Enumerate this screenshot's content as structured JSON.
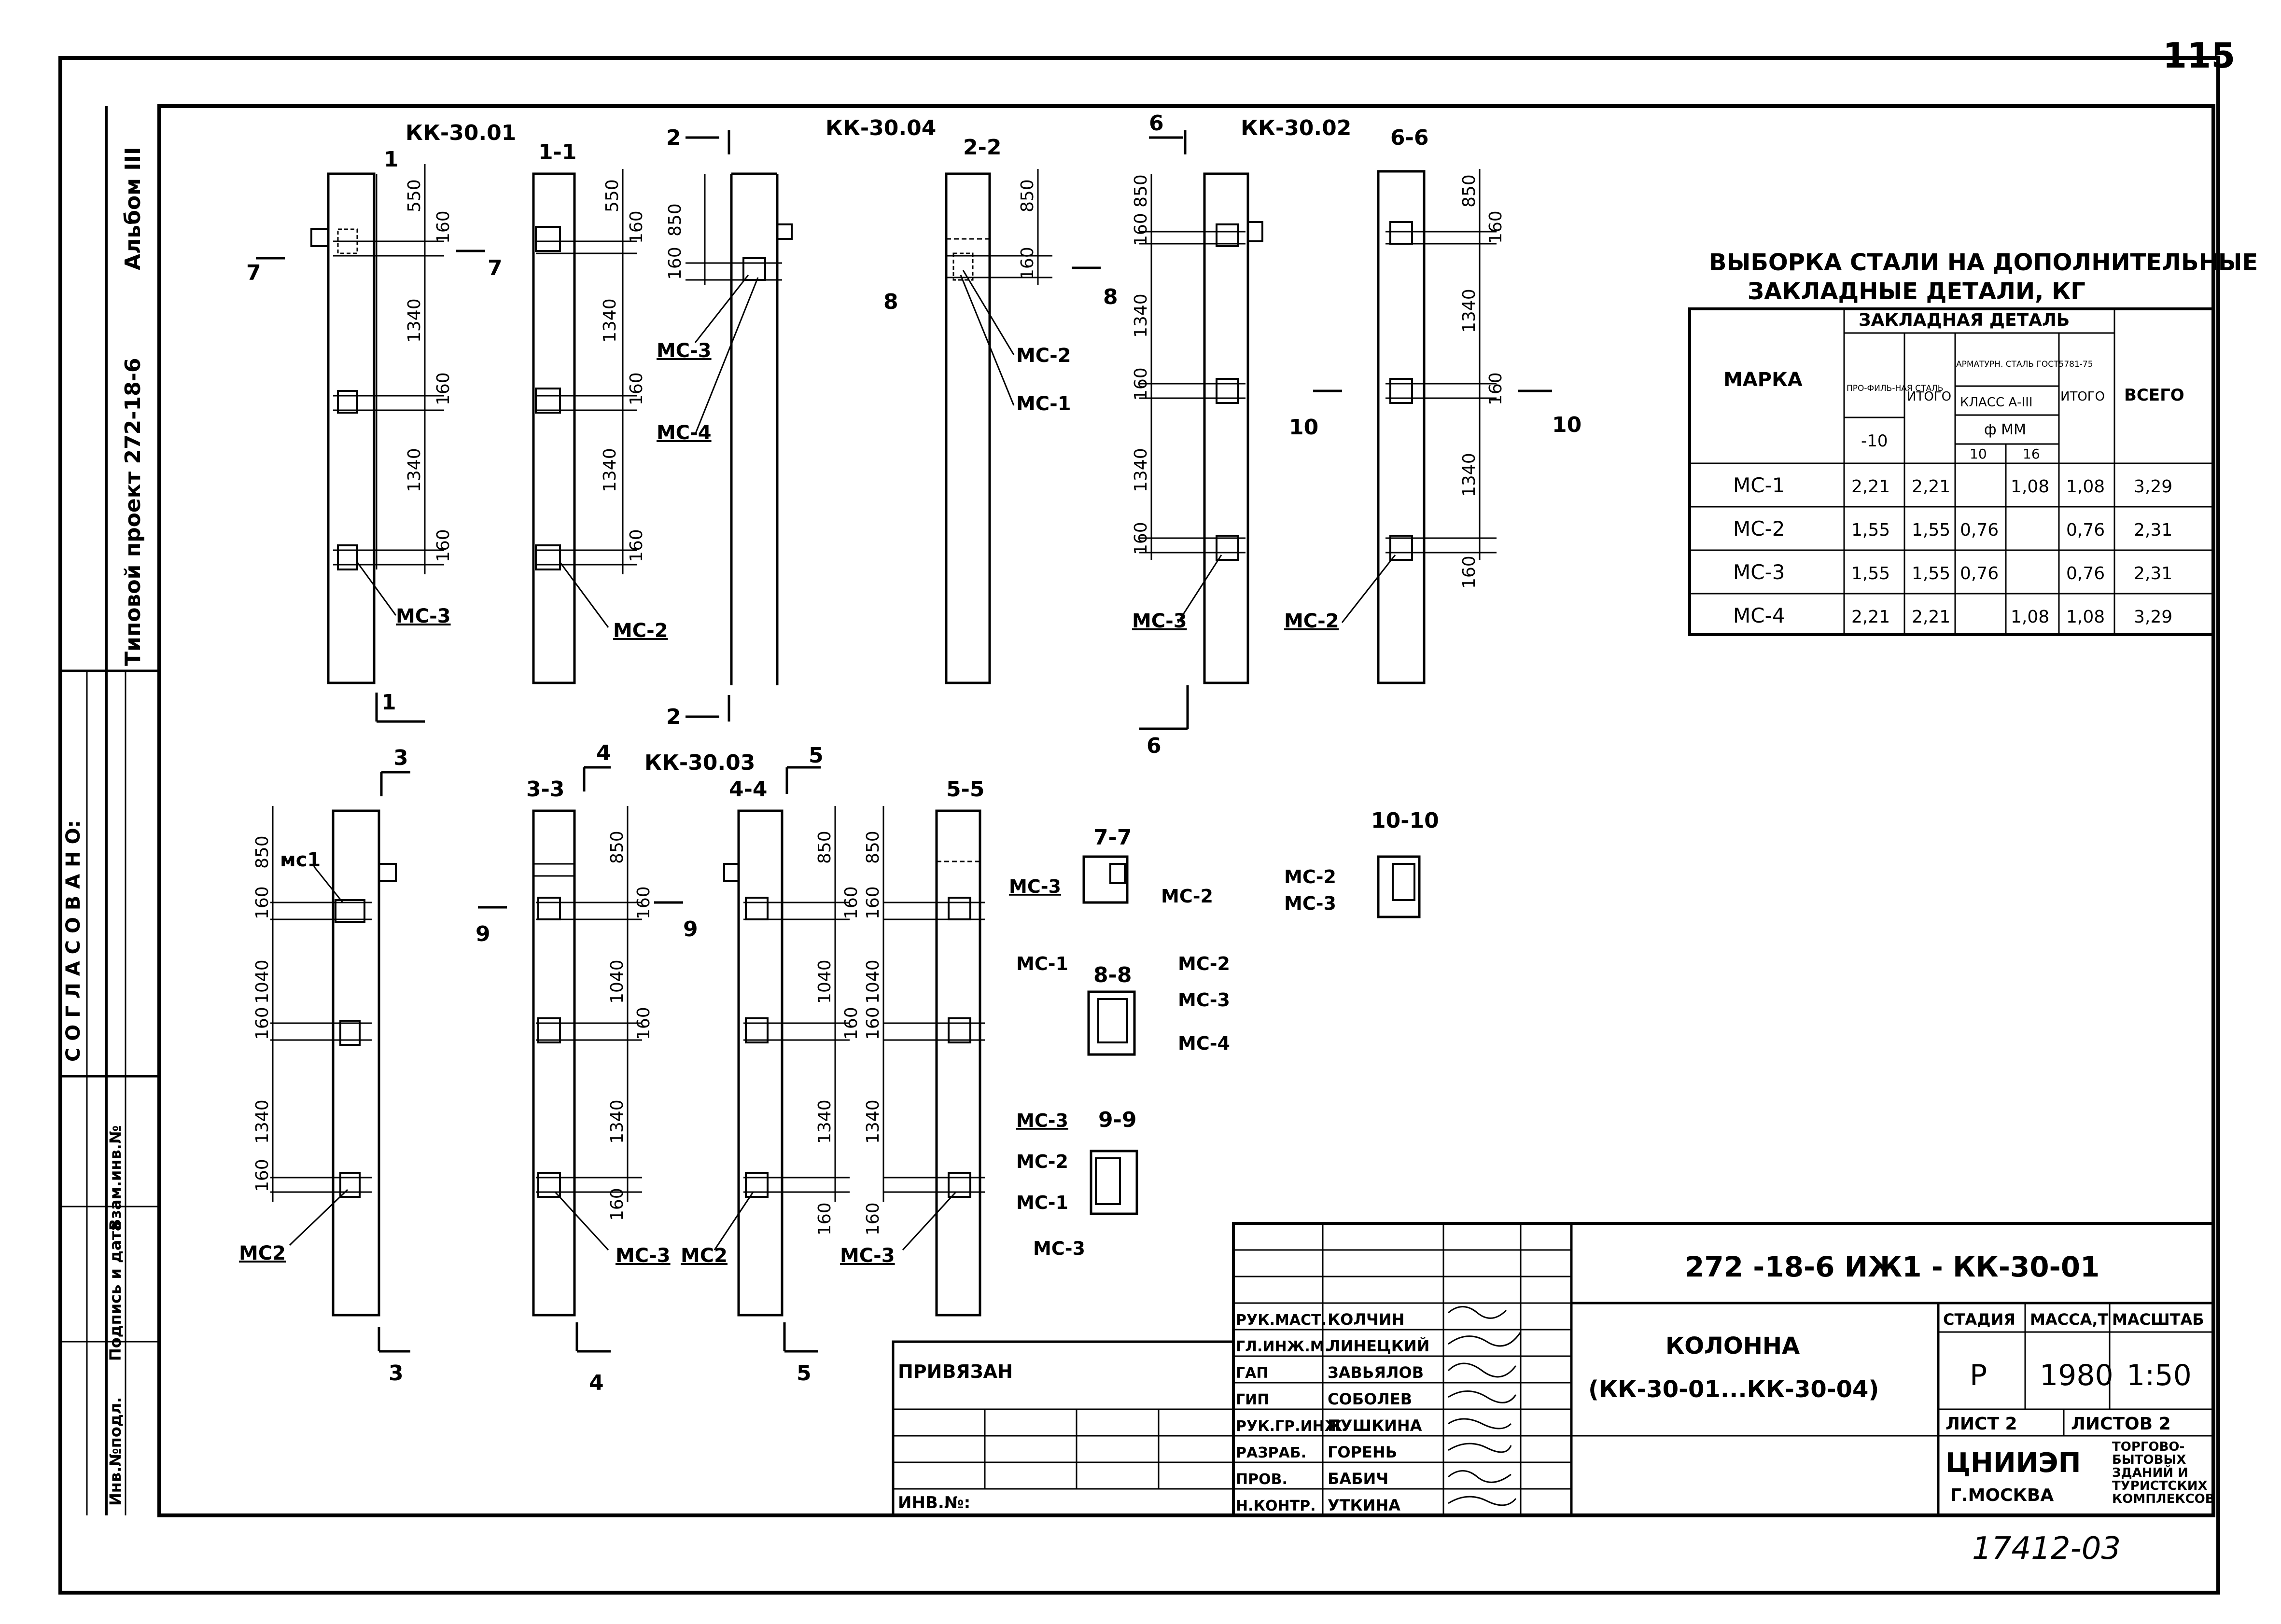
{
  "page_number": "115",
  "side_strip": {
    "album": "Альбом III",
    "project": "Типовой проект 272-18-6",
    "agreed": "С О Г Л А С О В А Н О:",
    "col1": "Взам.инв.№",
    "col2": "Подпись и дата",
    "col3": "Инв.№подл."
  },
  "views": {
    "kk01": "КК-30.01",
    "kk04": "КК-30.04",
    "kk02": "КК-30.02",
    "kk03": "КК-30.03",
    "s11": "1-1",
    "s22": "2-2",
    "s66": "6-6",
    "s33": "3-3",
    "s44": "4-4",
    "s55": "5-5",
    "s77": "7-7",
    "s88": "8-8",
    "s99": "9-9",
    "s1010": "10-10",
    "c1": "1",
    "c2": "2",
    "c3": "3",
    "c4": "4",
    "c5": "5",
    "c6": "6",
    "c7": "7",
    "c8": "8",
    "c9": "9",
    "c10": "10"
  },
  "dims": {
    "d550": "550",
    "d850": "850",
    "d160": "160",
    "d1340": "1340",
    "d1040": "1040"
  },
  "marks": {
    "mc1": "МС-1",
    "mc2": "МС-2",
    "mc3": "МС-3",
    "mc4": "МС-4",
    "mc1s": "мс1",
    "mc2s": "МС2"
  },
  "steel_table": {
    "title_line1": "ВЫБОРКА СТАЛИ НА ДОПОЛНИТЕЛЬНЫЕ",
    "title_line2": "ЗАКЛАДНЫЕ ДЕТАЛИ, КГ",
    "h_mark": "МАРКА",
    "h_part": "ЗАКЛАДНАЯ ДЕТАЛЬ",
    "h_profile": "ПРО-ФИЛЬ-НАЯ СТАЛЬ",
    "h_profile_sub": "-10",
    "h_itogo1": "ИТОГО",
    "h_rebar": "АРМАТУРН. СТАЛЬ ГОСТ5781-75",
    "h_class": "КЛАСС А-III",
    "h_phi": "ф ММ",
    "h_d10": "10",
    "h_d16": "16",
    "h_itogo2": "ИТОГО",
    "h_total": "ВСЕГО",
    "rows": [
      {
        "mark": "МС-1",
        "profile": "2,21",
        "itogo1": "2,21",
        "d10": "",
        "d16": "1,08",
        "itogo2": "1,08",
        "total": "3,29"
      },
      {
        "mark": "МС-2",
        "profile": "1,55",
        "itogo1": "1,55",
        "d10": "0,76",
        "d16": "",
        "itogo2": "0,76",
        "total": "2,31"
      },
      {
        "mark": "МС-3",
        "profile": "1,55",
        "itogo1": "1,55",
        "d10": "0,76",
        "d16": "",
        "itogo2": "0,76",
        "total": "2,31"
      },
      {
        "mark": "МС-4",
        "profile": "2,21",
        "itogo1": "2,21",
        "d10": "",
        "d16": "1,08",
        "itogo2": "1,08",
        "total": "3,29"
      }
    ]
  },
  "title_block": {
    "doc_code": "272 -18-6   ИЖ1 - КК-30-01",
    "name_line1": "КОЛОННА",
    "name_line2": "(КК-30-01...КК-30-04)",
    "privyazan": "ПРИВЯЗАН",
    "inv_no": "ИНВ.№:",
    "stage_h": "СТАДИЯ",
    "mass_h": "МАССА,Т",
    "scale_h": "МАСШТАБ",
    "stage": "Р",
    "mass": "1980",
    "scale": "1:50",
    "sheet": "ЛИСТ 2",
    "sheets": "ЛИСТОВ 2",
    "org": "ЦНИИЭП",
    "org_sub": "ТОРГОВО-БЫТОВЫХ ЗДАНИЙ И ТУРИСТСКИХ КОМПЛЕКСОВ",
    "city": "Г.МОСКВА",
    "staff": [
      {
        "role": "РУК.МАСТ.",
        "name": "КОЛЧИН"
      },
      {
        "role": "ГЛ.ИНЖ.М.",
        "name": "ЛИНЕЦКИЙ"
      },
      {
        "role": "ГАП",
        "name": "ЗАВЬЯЛОВ"
      },
      {
        "role": "ГИП",
        "name": "СОБОЛЕВ"
      },
      {
        "role": "РУК.ГР.ИНЖ.",
        "name": "ПУШКИНА"
      },
      {
        "role": "РАЗРАБ.",
        "name": "ГОРЕНЬ"
      },
      {
        "role": "ПРОВ.",
        "name": "БАБИЧ"
      },
      {
        "role": "Н.КОНТР.",
        "name": "УТКИНА"
      }
    ]
  },
  "archive_no": "17412-03"
}
